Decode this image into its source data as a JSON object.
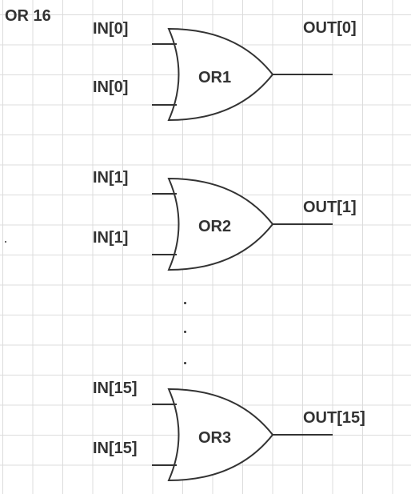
{
  "title": "OR 16",
  "gates": [
    {
      "label": "OR1",
      "input_a": "IN[0]",
      "input_b": "IN[0]",
      "output": "OUT[0]"
    },
    {
      "label": "OR2",
      "input_a": "IN[1]",
      "input_b": "IN[1]",
      "output": "OUT[1]"
    },
    {
      "label": "OR3",
      "input_a": "IN[15]",
      "input_b": "IN[15]",
      "output": "OUT[15]"
    }
  ],
  "ellipsis": ".",
  "colors": {
    "stroke": "#333333",
    "grid": "#dcdcdc",
    "background": "#ffffff"
  }
}
